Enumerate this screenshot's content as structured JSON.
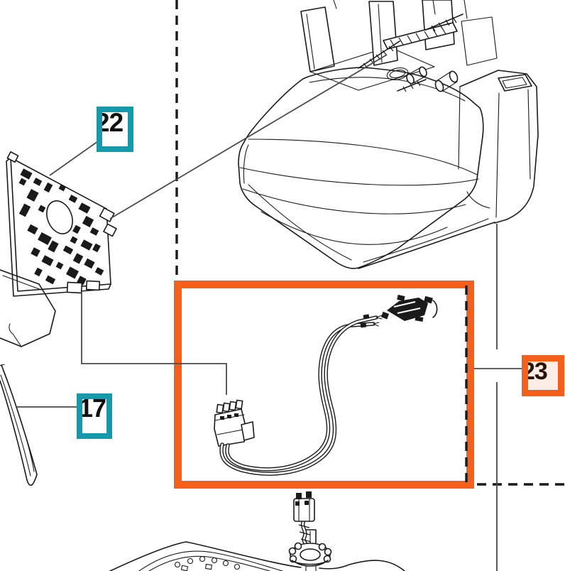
{
  "diagram": {
    "kind": "exploded-parts-diagram",
    "highlighted_part": "23"
  },
  "callouts": {
    "c22": {
      "label": "22",
      "style": "teal"
    },
    "c17": {
      "label": "17",
      "style": "teal"
    },
    "c23": {
      "label": "23",
      "style": "orange"
    }
  },
  "colors": {
    "teal": "#1699AA",
    "orange": "#F4601C",
    "line": "#1A1A1A",
    "leader": "#4A4A4A",
    "label_text": "#101010",
    "part23_text": "#2A1208",
    "part23_fill": "#FBEDE6"
  }
}
